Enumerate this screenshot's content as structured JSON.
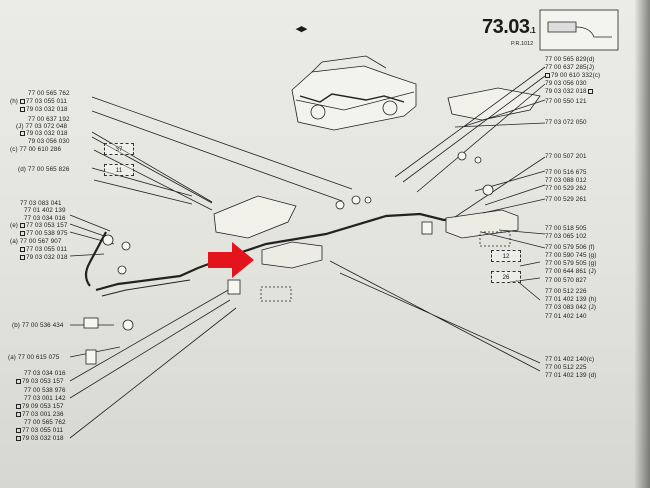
{
  "page": {
    "number": "73.03",
    "number_suffix": ".1",
    "sub": "P.R.1012",
    "nav_marker": "◂▸"
  },
  "colors": {
    "paper": "#e8e9e3",
    "ink": "#1b1b1b",
    "arrow": "#e3141c"
  },
  "refs_left": [
    {
      "text": "77 00 565 762",
      "mark": false
    },
    {
      "text": "77 03 055 011",
      "mark": true,
      "prefix": "(h)"
    },
    {
      "text": "79 03 032 018",
      "mark": true
    },
    {
      "text": "77 00 637 192",
      "mark": false
    },
    {
      "text": "77 03 072 048",
      "mark": false,
      "prefix": "(J)"
    },
    {
      "text": "79 03 032 018",
      "mark": true
    },
    {
      "text": "79 03 056 030",
      "mark": false
    },
    {
      "text": "77 00 610 286",
      "mark": false,
      "prefix": "(c)"
    },
    {
      "text": "77 00 565 826",
      "mark": false,
      "prefix": "(d)"
    }
  ],
  "refs_left_mid": [
    {
      "text": "77 03 083 041",
      "mark": false
    },
    {
      "text": "77 01 402 139",
      "mark": false
    },
    {
      "text": "77 03 034 016",
      "mark": false
    },
    {
      "text": "77 03 053 157",
      "mark": true,
      "prefix": "(e)"
    },
    {
      "text": "77 00 538 975",
      "mark": true
    },
    {
      "text": "77 00 567 907",
      "mark": false,
      "prefix": "(a)"
    },
    {
      "text": "77 03 055 011",
      "mark": true
    },
    {
      "text": "79 03 032 018",
      "mark": true
    }
  ],
  "ref_b": "77 00 536 434",
  "ref_b_prefix": "(b)",
  "ref_a": "77 00 615 075",
  "ref_a_prefix": "(a)",
  "refs_bottom_left": [
    {
      "text": "77 03 034 016",
      "mark": false
    },
    {
      "text": "79 03 053 157",
      "mark": true
    },
    {
      "text": "77 00 538 976",
      "mark": false
    },
    {
      "text": "77 03 001 142",
      "mark": false
    },
    {
      "text": "79 09 053 157",
      "mark": true
    },
    {
      "text": "77 03 001 236",
      "mark": true
    },
    {
      "text": "77 00 565 762",
      "mark": false
    },
    {
      "text": "77 03 055 011",
      "mark": true
    },
    {
      "text": "79 03 032 018",
      "mark": true
    }
  ],
  "refs_right_top": [
    {
      "text": "77 00 565 829",
      "suffix": "(d)"
    },
    {
      "text": "77 00 637 285",
      "suffix": "(J)"
    },
    {
      "text": "79 00 610 332",
      "suffix": "(c)"
    },
    {
      "text": "79 03 056 030",
      "suffix": ""
    },
    {
      "text": "79 03 032 018",
      "suffix": ""
    },
    {
      "text": "77 00 550 121",
      "suffix": ""
    },
    {
      "text": "77 03 072 050",
      "suffix": ""
    }
  ],
  "refs_right_mid": [
    {
      "text": "77 00 507 201"
    },
    {
      "text": "77 00 516 675"
    },
    {
      "text": "77 03 088 012"
    },
    {
      "text": "77 00 529 262"
    },
    {
      "text": "77 00 529 261"
    }
  ],
  "refs_right_lower": [
    {
      "text": "77 00 518 505"
    },
    {
      "text": "77 03 065 102"
    },
    {
      "text": "77 00 579 506",
      "suffix": "(f)"
    },
    {
      "text": "77 00 590 745",
      "suffix": "(g)"
    },
    {
      "text": "77 00 579 505",
      "suffix": "(g)"
    },
    {
      "text": "77 00 644 861",
      "suffix": "(J)"
    },
    {
      "text": "77 00 570 827",
      "suffix": ""
    },
    {
      "text": "77 00 512 226",
      "suffix": ""
    },
    {
      "text": "77 01 402 139",
      "suffix": "(h)"
    },
    {
      "text": "77 03 083 042",
      "suffix": "(J)"
    },
    {
      "text": "77 01 402 140",
      "suffix": ""
    }
  ],
  "refs_right_bottom": [
    {
      "text": "77 01 402 140",
      "suffix": "(c)"
    },
    {
      "text": "77 00 512 225",
      "suffix": ""
    },
    {
      "text": "77 01 402 139",
      "suffix": "(d)"
    }
  ],
  "torque_boxes": [
    {
      "value": "37"
    },
    {
      "value": "11"
    },
    {
      "value": "12"
    },
    {
      "value": "26"
    }
  ]
}
